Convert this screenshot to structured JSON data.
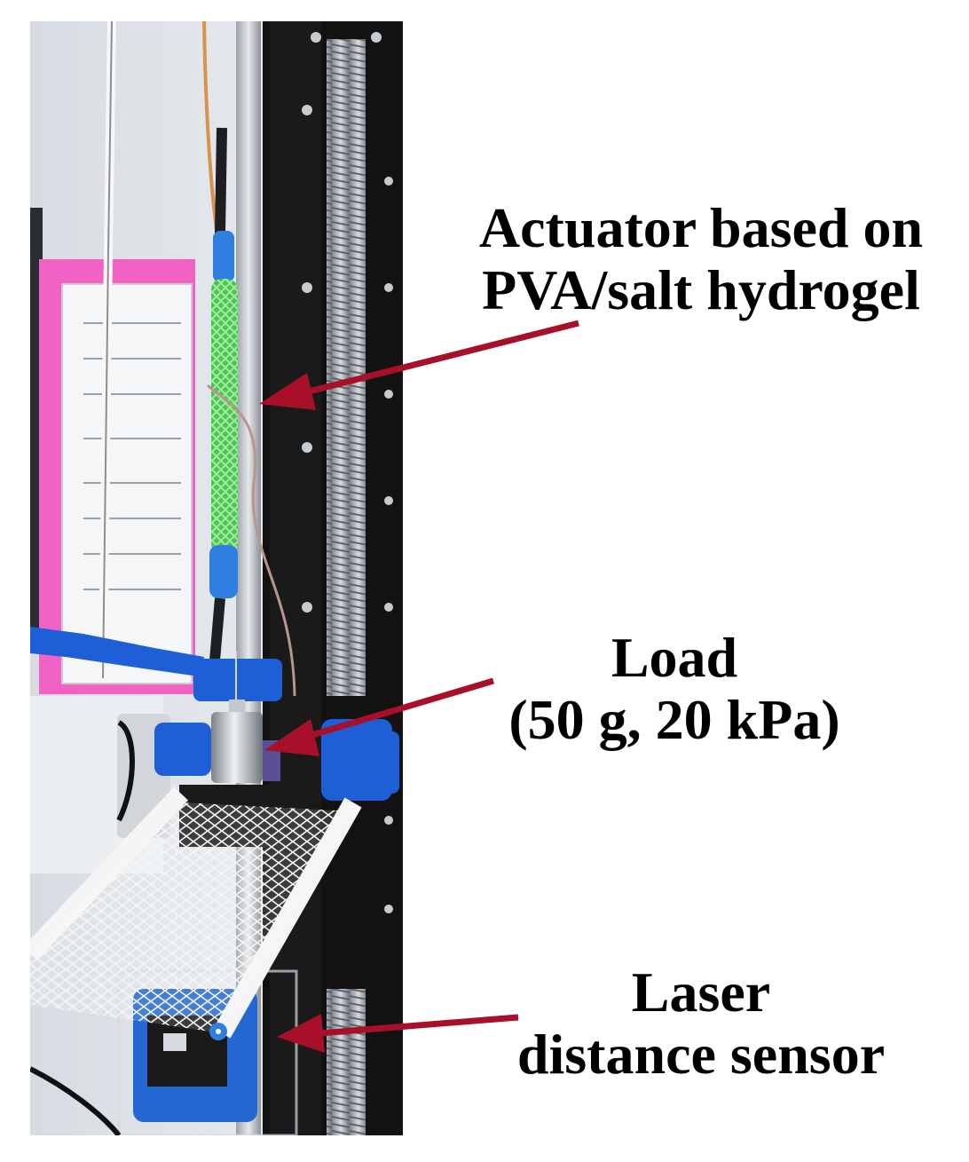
{
  "labels": {
    "actuator": {
      "line1": "Actuator based on",
      "line2": "PVA/salt hydrogel"
    },
    "load": {
      "line1": "Load",
      "line2": "(50 g, 20 kPa)"
    },
    "sensor": {
      "line1": "Laser",
      "line2": "distance sensor"
    }
  },
  "colors": {
    "arrow": "#a8102a",
    "frame": "#121212",
    "actuator_sleeve": "#2f7fe0",
    "actuator_mesh": "#66d36b",
    "clamp_blue": "#1e5fd8",
    "weight_metal": "#b9bec4",
    "background_wall": "#e7eaee",
    "pink_folder": "#f063c4"
  },
  "icons": {
    "arrow_head": "arrow-head-icon"
  }
}
